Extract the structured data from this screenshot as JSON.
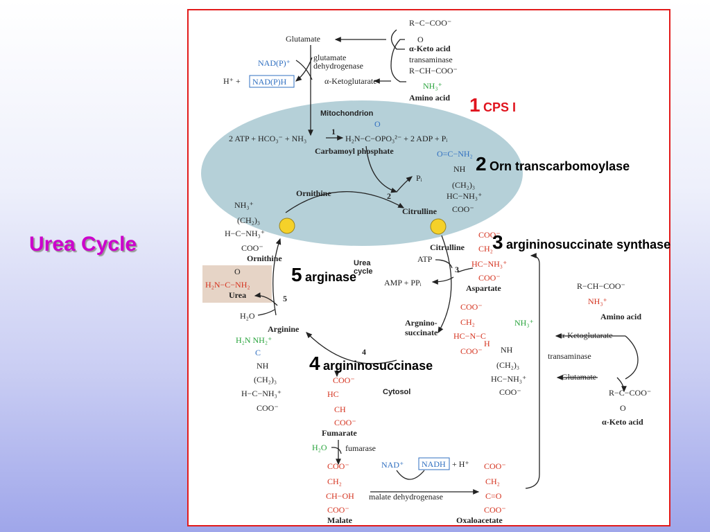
{
  "title": "Urea Cycle",
  "annotations": [
    {
      "number": "1",
      "text": "CPS I"
    },
    {
      "number": "2",
      "text": "Orn transcarbomoylase"
    },
    {
      "number": "3",
      "text": "argininosuccinate synthase"
    },
    {
      "number": "4",
      "text": "argininosuccinase"
    },
    {
      "number": "5",
      "text": "arginase"
    }
  ],
  "labels": {
    "glutamate": "Glutamate",
    "r_c_coo": "R−C−COO⁻",
    "o": "O",
    "a_keto_acid": "α-Keto acid",
    "transaminase": "transaminase",
    "r_ch_coo": "R−CH−COO⁻",
    "nh3_plus": "NH₃⁺",
    "amino_acid": "Amino acid",
    "nadp_plus": "NAD(P)⁺",
    "h_plus": "H⁺ +",
    "nadph": "NAD(P)H",
    "gdh_1": "glutamate",
    "gdh_2": "dehydrogenase",
    "a_ketoglutarate": "α-Ketoglutarate",
    "mitochondrion": "Mitochondrion",
    "reaction1": "2 ATP + HCO₃⁻ + NH₃",
    "step1": "1",
    "carbamoyl_formula": "H₂N−C−OPO₃²⁻ + 2 ADP + Pᵢ",
    "carbamoyl_phosphate": "Carbamoyl phosphate",
    "citr_c": "O=C−NH₂",
    "citr_nh": "NH",
    "ch2_3": "(CH₂)₃",
    "hc_nh3": "HC−NH₃⁺",
    "coo": "COO⁻",
    "pi": "Pᵢ",
    "ornithine": "Ornithine",
    "step2": "2",
    "citrulline": "Citrulline",
    "orn_nh3": "NH₃⁺",
    "orn_h_c": "H−C−NH₃⁺",
    "urea_cycle_1": "Urea",
    "urea_cycle_2": "cycle",
    "atp": "ATP",
    "step3": "3",
    "amp_ppi": "AMP + PPᵢ",
    "aspartate": "Aspartate",
    "asp_coo": "COO⁻",
    "asp_ch2": "CH₂",
    "asp_hc": "HC−NH₃⁺",
    "urea_formula": "H₂N−C−NH₂",
    "urea": "Urea",
    "step5": "5",
    "h2o": "H₂O",
    "arginine": "Arginine",
    "arg_top": "H₂N   NH₂⁺",
    "arg_c": "C",
    "arg_nh": "NH",
    "argininosuccinate_1": "Argnino-",
    "argininosuccinate_2": "succinate",
    "as_n": "HC−N−C",
    "as_h": "H",
    "step4": "4",
    "cytosol": "Cytosol",
    "fumarate": "Fumarate",
    "fum_hc": "HC",
    "fum_ch": "CH",
    "fumarase": "fumarase",
    "malate": "Malate",
    "mal_choh": "CH−OH",
    "nad_plus": "NAD⁺",
    "nadh": "NADH",
    "h_plus_2": "+ H⁺",
    "malate_dh": "malate dehydrogenase",
    "oxaloacetate": "Oxaloacetate",
    "oaa_co": "C=O",
    "amino_acid_2": "Amino acid",
    "a_ketoglutarate_2": "α-Ketoglutarate",
    "transaminase_2": "transaminase",
    "glutamate_2": "Glutamate",
    "a_keto_acid_2": "α-Keto acid"
  },
  "colors": {
    "title": "#cc00cc",
    "frame_border": "#e21a1a",
    "mito_fill": "#b5d0d8",
    "carbon_red": "#d4301c",
    "nitrogen_green": "#26a33a",
    "carbonyl_blue": "#2f6fc0",
    "transporter_yellow": "#f5d12a",
    "urea_box": "#e6d4c6",
    "cps_label": "#e0141e"
  }
}
